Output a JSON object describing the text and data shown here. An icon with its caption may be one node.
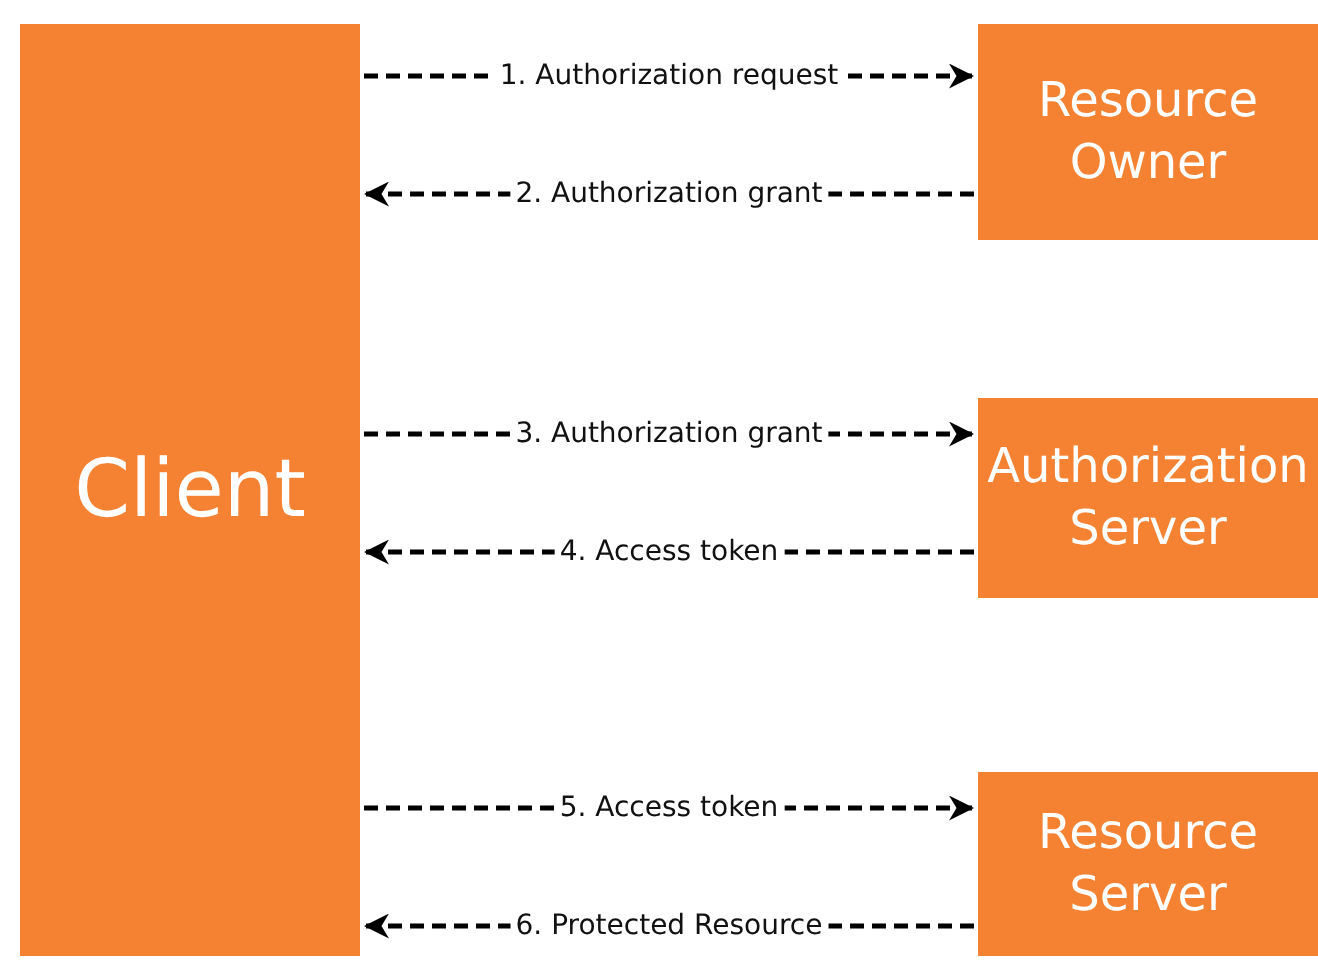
{
  "diagram": {
    "nodes": [
      {
        "text": [
          "Client"
        ]
      },
      {
        "text": [
          "Resource Owner"
        ]
      },
      {
        "text": [
          "Authorization Server"
        ]
      },
      {
        "text": [
          "Resource Server"
        ]
      }
    ],
    "edges": [
      {
        "from": 0,
        "to": 1,
        "arrow": "to",
        "label": "1. Authorization request",
        "style": "dashed"
      },
      {
        "from": 1,
        "to": 0,
        "arrow": "to",
        "label": "2. Authorization grant",
        "style": "dashed"
      },
      {
        "from": 0,
        "to": 2,
        "arrow": "to",
        "label": "3. Authorization grant",
        "style": "dashed"
      },
      {
        "from": 2,
        "to": 0,
        "arrow": "to",
        "label": "4. Access token",
        "style": "dashed"
      },
      {
        "from": 0,
        "to": 3,
        "arrow": "to",
        "label": "5. Access token",
        "style": "dashed"
      },
      {
        "from": 3,
        "to": 0,
        "arrow": "to",
        "label": "6. Protected Resource",
        "style": "dashed"
      }
    ]
  }
}
